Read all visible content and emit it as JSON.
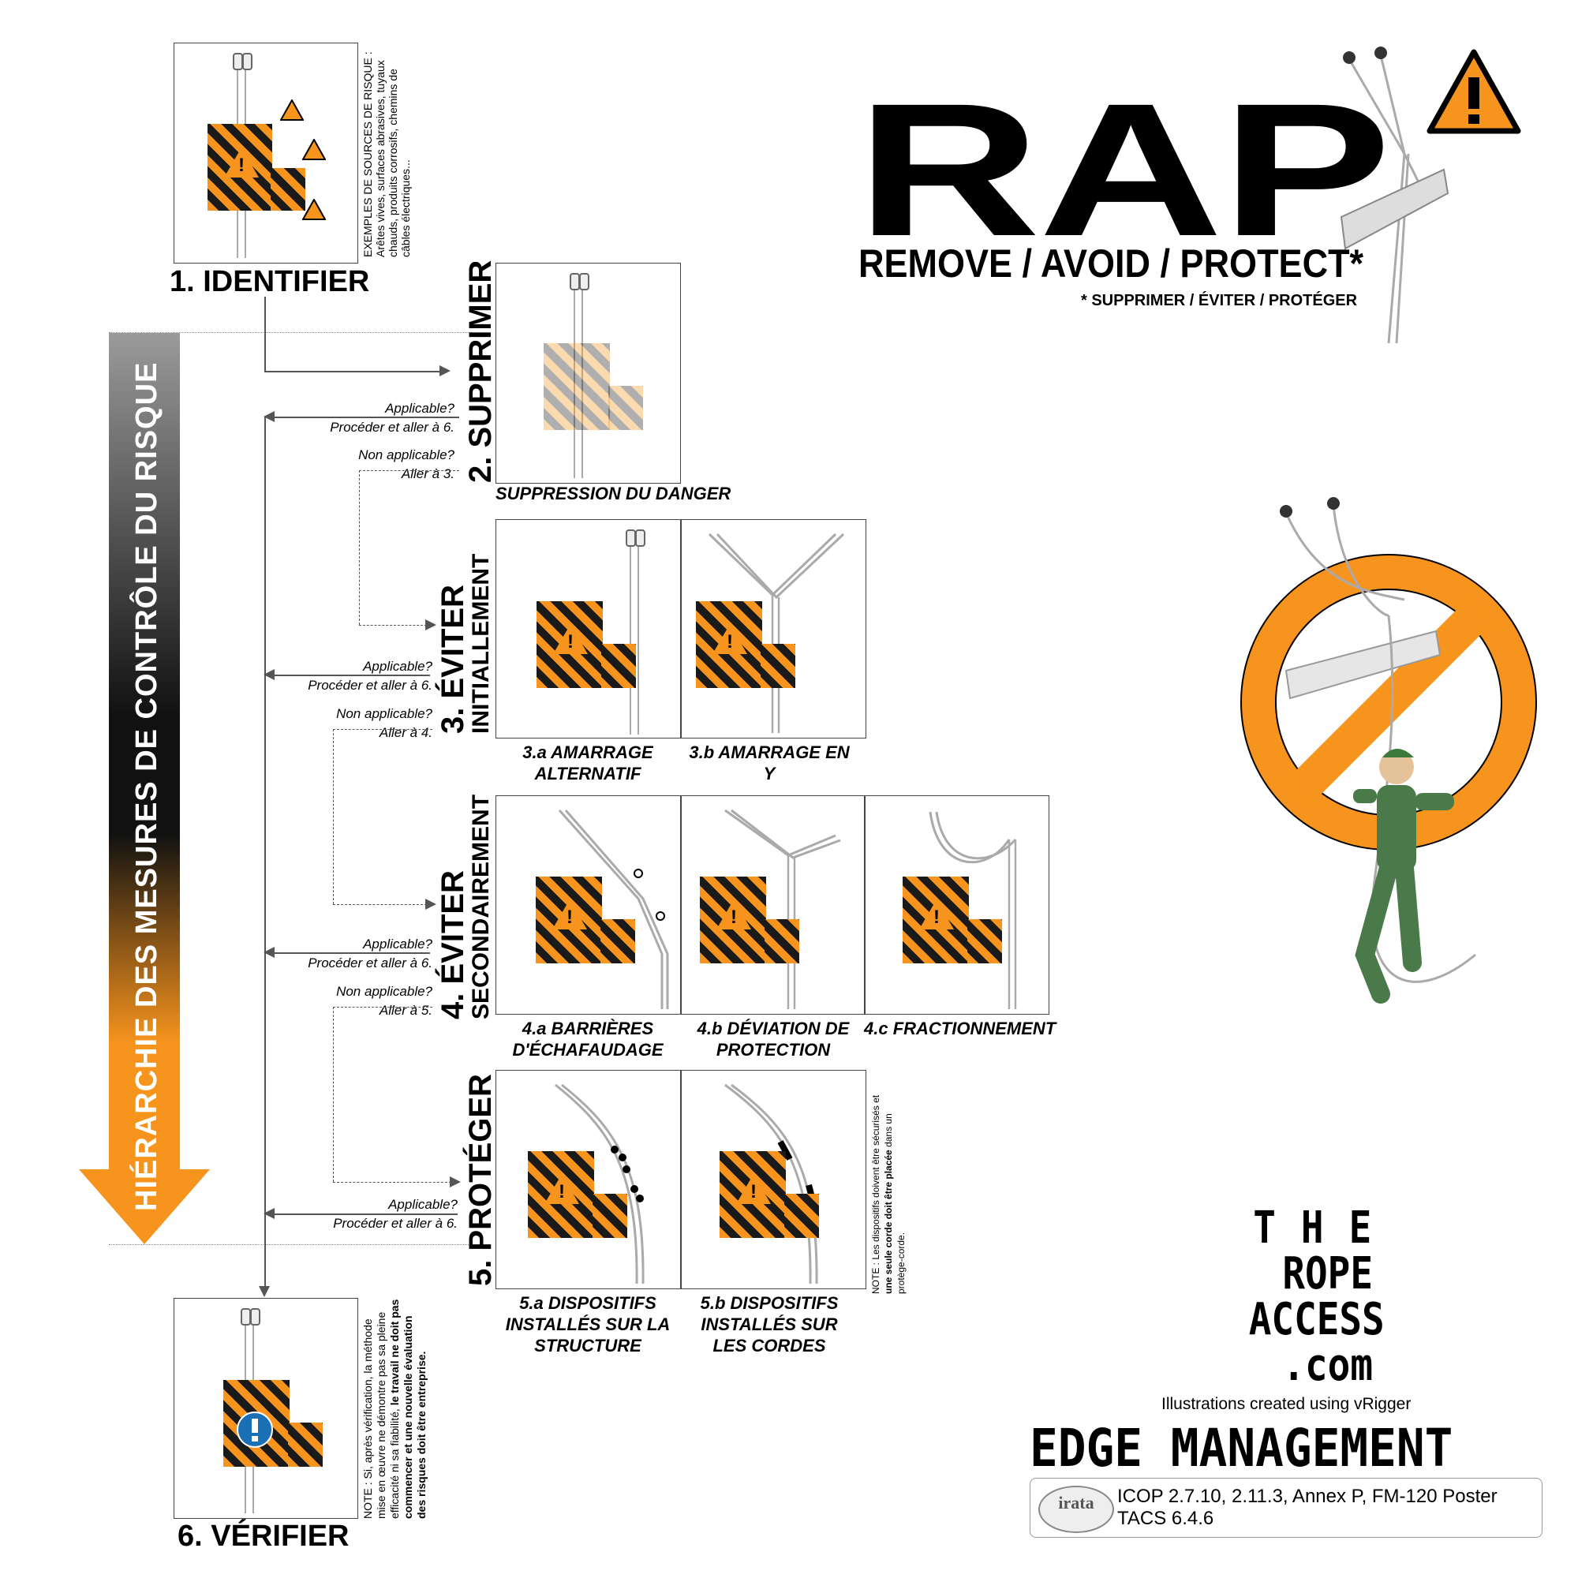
{
  "header": {
    "title": "RAP",
    "subtitle": "REMOVE / AVOID / PROTECT*",
    "footnote": "* SUPPRIMER / ÉVITER / PROTÉGER"
  },
  "hierarchy_label": "HIÉRARCHIE DES MESURES DE CONTRÔLE DU RISQUE",
  "step1": {
    "title": "1. IDENTIFIER",
    "note": "EXEMPLES DE SOURCES DE RISQUE : Arêtes vives, surfaces abrasives, tuyaux chauds, produits corrosifs, chemins de câbles électriques..."
  },
  "step2": {
    "title": "2. SUPPRIMER",
    "caption": "SUPPRESSION DU DANGER"
  },
  "step3": {
    "title_line1": "3. ÉVITER",
    "title_line2": "INITIALLEMENT",
    "caption_a": "3.a AMARRAGE ALTERNATIF",
    "caption_b": "3.b AMARRAGE EN Y"
  },
  "step4": {
    "title_line1": "4. ÉVITER",
    "title_line2": "SECONDAIREMENT",
    "caption_a": "4.a BARRIÈRES D'ÉCHAFAUDAGE",
    "caption_b": "4.b DÉVIATION DE PROTECTION",
    "caption_c": "4.c FRACTIONNEMENT"
  },
  "step5": {
    "title": "5. PROTÉGER",
    "caption_a": "5.a DISPOSITIFS INSTALLÉS SUR LA STRUCTURE",
    "caption_b": "5.b DISPOSITIFS INSTALLÉS SUR LES CORDES",
    "note_plain": "NOTE : Les dispositifs doivent être sécurisés et ",
    "note_bold_1": "une seule corde doit être placée",
    "note_plain_2": " dans un protège-corde."
  },
  "step6": {
    "title": "6. VÉRIFIER",
    "note_plain": "NOTE : Si, après vérification, la méthode mise en œuvre ne démontre pas sa pleine efficacité ni sa fiabilité, ",
    "note_bold": "le travail ne doit pas commencer et une nouvelle évaluation des risques doit être entreprise."
  },
  "flow_notes": {
    "applicable": "Applicable?",
    "procede": "Procéder et aller à 6.",
    "non_applicable": "Non applicable?",
    "goto3": "Aller à 3.",
    "goto4": "Aller à 4.",
    "goto5": "Aller à 5."
  },
  "brand": {
    "line1": "T H E",
    "line2": "ROPE",
    "line3": "ACCESS",
    "line4": ".com",
    "credit": "Illustrations created using vRigger",
    "poster_title": "EDGE MANAGEMENT",
    "irata_logo_text": "irata",
    "refs_line1": "ICOP 2.7.10, 2.11.3, Annex P, FM-120 Poster",
    "refs_line2": "TACS 6.4.6"
  },
  "colors": {
    "accent": "#f7941d",
    "hazard_dark": "#1a1a1a",
    "info_blue": "#1a6fb5"
  },
  "icons": [
    "warning-triangle-icon",
    "prohibition-sign-icon",
    "mandatory-info-icon"
  ]
}
